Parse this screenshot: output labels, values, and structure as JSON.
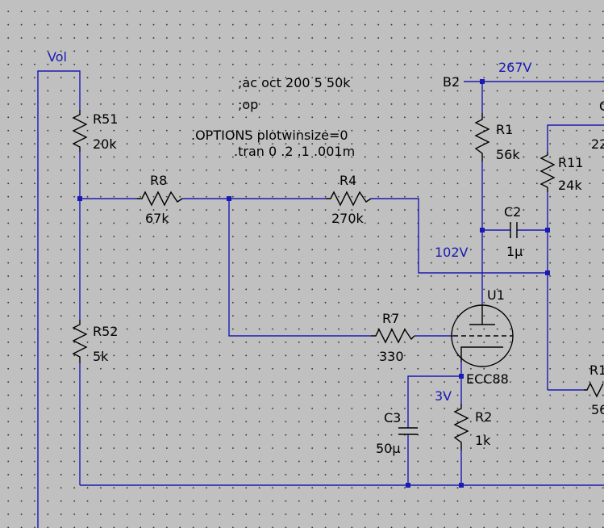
{
  "directives": {
    "ac": ";ac oct 200 5 50k",
    "op": ";op",
    "options": ".OPTIONS plotwinsize=0",
    "tran": ".tran 0 .2 .1 .001m"
  },
  "nets": {
    "vol": "Vol",
    "b2": "B2",
    "v267": "267V",
    "v102": "102V",
    "v3": "3V"
  },
  "components": {
    "R51": {
      "name": "R51",
      "value": "20k"
    },
    "R52": {
      "name": "R52",
      "value": "5k"
    },
    "R8": {
      "name": "R8",
      "value": "67k"
    },
    "R4": {
      "name": "R4",
      "value": "270k"
    },
    "R1": {
      "name": "R1",
      "value": "56k"
    },
    "R11": {
      "name": "R11",
      "value": "24k"
    },
    "C2": {
      "name": "C2",
      "value": "1µ"
    },
    "U1": {
      "name": "U1",
      "value": "ECC88"
    },
    "R7": {
      "name": "R7",
      "value": "330"
    },
    "C3": {
      "name": "C3",
      "value": "50µ"
    },
    "R2": {
      "name": "R2",
      "value": "1k"
    }
  },
  "partial": {
    "c_top": "C",
    "c_top_val": "22",
    "r_right": "R1",
    "r_right_val": "56"
  }
}
